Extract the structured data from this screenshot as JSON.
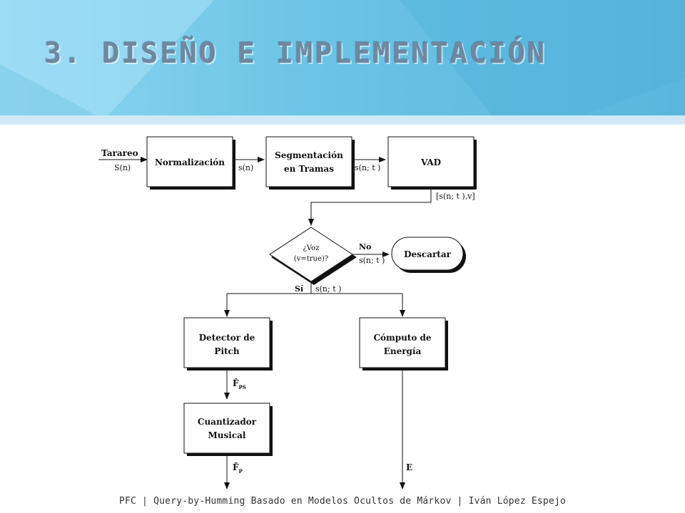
{
  "slide": {
    "title": "3. DISEÑO E IMPLEMENTACIÓN",
    "footer": "PFC | Query-by-Humming Basado en Modelos Ocultos de Márkov | Iván López Espejo"
  },
  "colors": {
    "header_light": "#8fd6f2",
    "header_mid": "#5ab6dc",
    "header_band": "#cfeaf6"
  },
  "diagram": {
    "input_label": "Tarareo",
    "input_signal": "S(n)",
    "box_normalizacion": "Normalización",
    "sig_sn": "s(n)",
    "box_segmentacion_1": "Segmentación",
    "box_segmentacion_2": "en Tramas",
    "sig_snt": "s(n; t )",
    "box_vad": "VAD",
    "sig_vad_out": "[s(n; t ),v]",
    "decision_1": "¿Voz",
    "decision_2": "(v=true)?",
    "no_label": "No",
    "sig_no": "s(n; t )",
    "box_descartar": "Descartar",
    "si_label": "Sí",
    "sig_si": "s(n; t )",
    "box_pitch_1": "Detector de",
    "box_pitch_2": "Pitch",
    "box_energia_1": "Cómputo de",
    "box_energia_2": "Energía",
    "sig_fps": "F̂",
    "sig_fps_sub": "PS",
    "box_cuant_1": "Cuantizador",
    "box_cuant_2": "Musical",
    "sig_fp": "F̃",
    "sig_fp_sub": "P",
    "sig_e": "E"
  }
}
